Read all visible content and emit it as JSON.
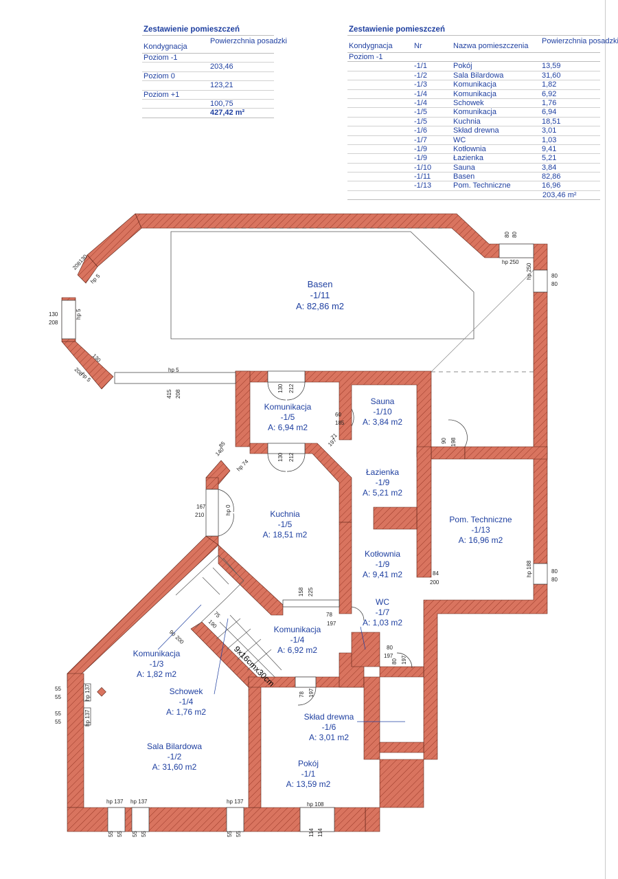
{
  "summary_table": {
    "title": "Zestawienie pomieszczeń",
    "headers": [
      "Kondygnacja",
      "Powierzchnia posadzki"
    ],
    "rows": [
      {
        "level": "Poziom -1",
        "area": "203,46"
      },
      {
        "level": "Poziom 0",
        "area": "123,21"
      },
      {
        "level": "Poziom +1",
        "area": "100,75"
      }
    ],
    "total": "427,42 m²"
  },
  "detail_table": {
    "title": "Zestawienie pomieszczeń",
    "headers": [
      "Kondygnacja",
      "Nr",
      "Nazwa pomieszczenia",
      "Powierzchnia posadzki"
    ],
    "level": "Poziom -1",
    "rows": [
      {
        "nr": "-1/1",
        "name": "Pokój",
        "area": "13,59"
      },
      {
        "nr": "-1/2",
        "name": "Sala Bilardowa",
        "area": "31,60"
      },
      {
        "nr": "-1/3",
        "name": "Komunikacja",
        "area": "1,82"
      },
      {
        "nr": "-1/4",
        "name": "Komunikacja",
        "area": "6,92"
      },
      {
        "nr": "-1/4",
        "name": "Schowek",
        "area": "1,76"
      },
      {
        "nr": "-1/5",
        "name": "Komunikacja",
        "area": "6,94"
      },
      {
        "nr": "-1/5",
        "name": "Kuchnia",
        "area": "18,51"
      },
      {
        "nr": "-1/6",
        "name": "Skład drewna",
        "area": "3,01"
      },
      {
        "nr": "-1/7",
        "name": "WC",
        "area": "1,03"
      },
      {
        "nr": "-1/9",
        "name": "Kotłownia",
        "area": "9,41"
      },
      {
        "nr": "-1/9",
        "name": "Łazienka",
        "area": "5,21"
      },
      {
        "nr": "-1/10",
        "name": "Sauna",
        "area": "3,84"
      },
      {
        "nr": "-1/11",
        "name": "Basen",
        "area": "82,86"
      },
      {
        "nr": "-1/13",
        "name": "Pom. Techniczne",
        "area": "16,96"
      }
    ],
    "total": "203,46 m²"
  },
  "rooms": [
    {
      "name": "Basen",
      "nr": "-1/11",
      "area": "A: 82,86 m2"
    },
    {
      "name": "Komunikacja",
      "nr": "-1/5",
      "area": "A: 6,94 m2"
    },
    {
      "name": "Sauna",
      "nr": "-1/10",
      "area": "A: 3,84 m2"
    },
    {
      "name": "Łazienka",
      "nr": "-1/9",
      "area": "A: 5,21 m2"
    },
    {
      "name": "Kuchnia",
      "nr": "-1/5",
      "area": "A: 18,51 m2"
    },
    {
      "name": "Pom. Techniczne",
      "nr": "-1/13",
      "area": "A: 16,96 m2"
    },
    {
      "name": "Kotłownia",
      "nr": "-1/9",
      "area": "A: 9,41 m2"
    },
    {
      "name": "WC",
      "nr": "-1/7",
      "area": "A: 1,03 m2"
    },
    {
      "name": "Komunikacja",
      "nr": "-1/4",
      "area": "A: 6,92 m2"
    },
    {
      "name": "Komunikacja",
      "nr": "-1/3",
      "area": "A: 1,82 m2"
    },
    {
      "name": "Schowek",
      "nr": "-1/4",
      "area": "A: 1,76 m2"
    },
    {
      "name": "Skład drewna",
      "nr": "-1/6",
      "area": "A: 3,01 m2"
    },
    {
      "name": "Sala Bilardowa",
      "nr": "-1/2",
      "area": "A: 31,60 m2"
    },
    {
      "name": "Pokój",
      "nr": "-1/1",
      "area": "A: 13,59 m2"
    }
  ],
  "stairs_label": "9x16cmx30cm",
  "dimensions": [
    "130",
    "208",
    "hp 5",
    "130",
    "208",
    "hp 5",
    "130",
    "208",
    "hp 5",
    "80",
    "80",
    "hp 250",
    "hp 250",
    "80",
    "80",
    "hp 5",
    "415",
    "208",
    "130",
    "212",
    "60",
    "185",
    "71",
    "197",
    "85",
    "140",
    "hp 74",
    "130",
    "212",
    "90",
    "198",
    "167",
    "210",
    "hp 0",
    "hp 188",
    "80",
    "80",
    "84",
    "200",
    "158",
    "225",
    "78",
    "197",
    "90",
    "200",
    "75",
    "190",
    "80",
    "197",
    "80",
    "197",
    "55",
    "55",
    "hp 137",
    "55",
    "55",
    "hp 137",
    "78",
    "197",
    "hp 137",
    "55",
    "55",
    "hp 137",
    "55",
    "55",
    "hp 137",
    "55",
    "55",
    "hp 108",
    "114",
    "114"
  ],
  "colors": {
    "wall": "#d9745f",
    "wall_hatch": "#8a2a1a",
    "text": "#1e3fa0"
  }
}
